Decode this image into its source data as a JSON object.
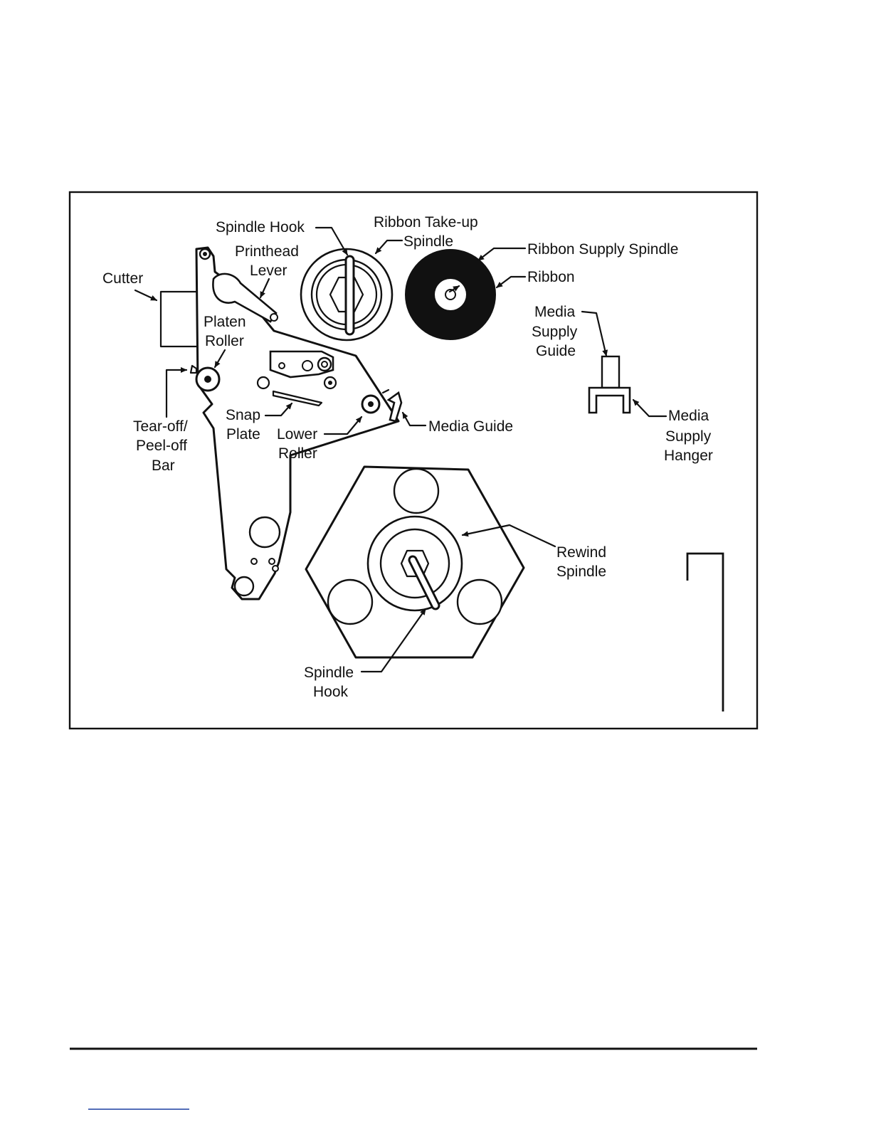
{
  "colors": {
    "ink": "#111111",
    "paper": "#ffffff",
    "footer_link": "#1a3fa0"
  },
  "labels": {
    "spindle_hook_top": "Spindle Hook",
    "ribbon_takeup_1": "Ribbon Take-up",
    "ribbon_takeup_2": "Spindle",
    "ribbon_supply": "Ribbon Supply Spindle",
    "ribbon": "Ribbon",
    "printhead_1": "Printhead",
    "printhead_2": "Lever",
    "cutter": "Cutter",
    "platen_1": "Platen",
    "platen_2": "Roller",
    "media_supply_guide_1": "Media",
    "media_supply_guide_2": "Supply",
    "media_supply_guide_3": "Guide",
    "tearoff_1": "Tear-off/",
    "tearoff_2": "Peel-off",
    "tearoff_3": "Bar",
    "snap_1": "Snap",
    "snap_2": "Plate",
    "lower_1": "Lower",
    "lower_2": "Roller",
    "media_guide": "Media Guide",
    "media_hanger_1": "Media",
    "media_hanger_2": "Supply",
    "media_hanger_3": "Hanger",
    "rewind_1": "Rewind",
    "rewind_2": "Spindle",
    "spindle_hook_bottom_1": "Spindle",
    "spindle_hook_bottom_2": "Hook"
  }
}
